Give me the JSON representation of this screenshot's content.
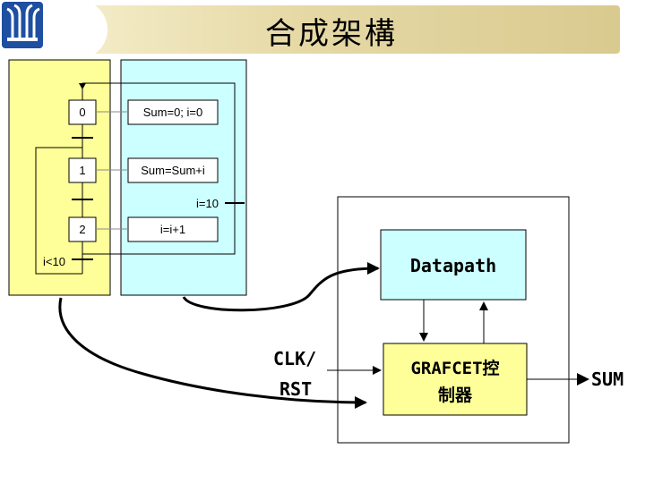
{
  "title": "合成架構",
  "grafcet": {
    "steps": [
      "0",
      "1",
      "2"
    ],
    "actions": [
      "Sum=0; i=0",
      "Sum=Sum+i",
      "i=i+1"
    ],
    "transition_exit": "i=10",
    "transition_loop": "i<10"
  },
  "block": {
    "datapath": "Datapath",
    "controller_line1": "GRAFCET控",
    "controller_line2": "制器",
    "input_line1": "CLK/",
    "input_line2": "RST",
    "output": "SUM"
  },
  "colors": {
    "yellow": "#ffff99",
    "cyan": "#ccffff",
    "banner": "#e6d9a6",
    "logo": "#1e4fa0"
  }
}
